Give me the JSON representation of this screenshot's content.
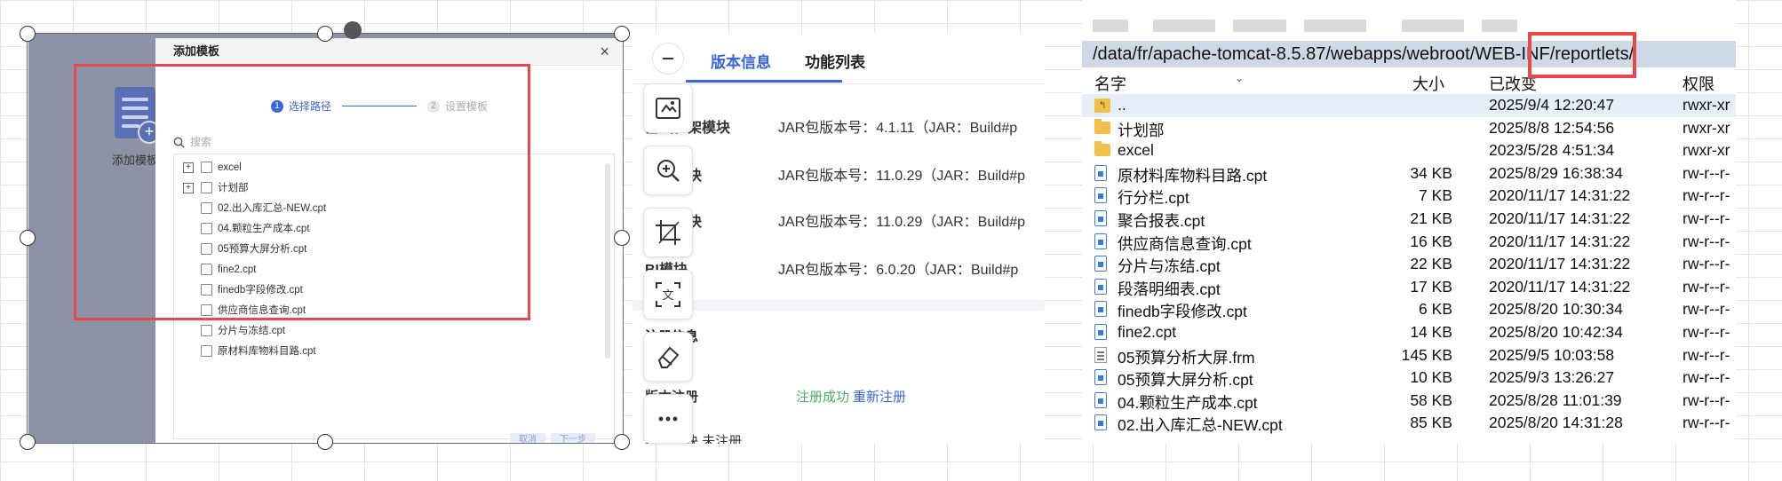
{
  "dialog": {
    "sidebar_label": "添加模板",
    "title": "添加模板",
    "close": "×",
    "steps": [
      {
        "num": "1",
        "label": "选择路径"
      },
      {
        "num": "2",
        "label": "设置模板"
      }
    ],
    "search_placeholder": "搜索",
    "tree": [
      {
        "label": "excel",
        "type": "folder"
      },
      {
        "label": "计划部",
        "type": "folder"
      },
      {
        "label": "02.出入库汇总-NEW.cpt",
        "type": "file"
      },
      {
        "label": "04.颗粒生产成本.cpt",
        "type": "file"
      },
      {
        "label": "05预算大屏分析.cpt",
        "type": "file"
      },
      {
        "label": "fine2.cpt",
        "type": "file"
      },
      {
        "label": "finedb字段修改.cpt",
        "type": "file"
      },
      {
        "label": "供应商信息查询.cpt",
        "type": "file"
      },
      {
        "label": "分片与冻结.cpt",
        "type": "file"
      },
      {
        "label": "原材料库物料目路.cpt",
        "type": "file"
      }
    ],
    "buttons": {
      "cancel": "取消",
      "next": "下一步"
    }
  },
  "version_panel": {
    "tabs": [
      "版本信息",
      "功能列表"
    ],
    "modules": [
      {
        "name": "基础框架模块",
        "version": "JAR包版本号：4.1.11（JAR：Build#p"
      },
      {
        "name": "报表模块",
        "version": "JAR包版本号：11.0.29（JAR：Build#p"
      },
      {
        "name": "平台模块",
        "version": "JAR包版本号：11.0.29（JAR：Build#p"
      },
      {
        "name": "BI模块",
        "version": "JAR包版本号：6.0.20（JAR：Build#p"
      }
    ],
    "registration_title": "注册信息",
    "registration_label": "版本注册",
    "registration_status": "注册成功",
    "registration_link": "重新注册",
    "partial_bottom": "功能模块 未注册"
  },
  "file_manager": {
    "path": "/data/fr/apache-tomcat-8.5.87/webapps/webroot/WEB-INF/reportlets/",
    "columns": {
      "name": "名字",
      "size": "大小",
      "modified": "已改变",
      "perm": "权限"
    },
    "rows": [
      {
        "name": "..",
        "size": "",
        "date": "2025/9/4 12:20:47",
        "perm": "rwxr-xr",
        "icon": "parent-folder"
      },
      {
        "name": "计划部",
        "size": "",
        "date": "2025/8/8 12:54:56",
        "perm": "rwxr-xr",
        "icon": "folder"
      },
      {
        "name": "excel",
        "size": "",
        "date": "2023/5/28 4:51:34",
        "perm": "rwxr-xr",
        "icon": "folder"
      },
      {
        "name": "原材料库物料目路.cpt",
        "size": "34 KB",
        "date": "2025/8/29 16:38:34",
        "perm": "rw-r--r-",
        "icon": "cpt"
      },
      {
        "name": "行分栏.cpt",
        "size": "7 KB",
        "date": "2020/11/17 14:31:22",
        "perm": "rw-r--r-",
        "icon": "cpt"
      },
      {
        "name": "聚合报表.cpt",
        "size": "21 KB",
        "date": "2020/11/17 14:31:22",
        "perm": "rw-r--r-",
        "icon": "cpt"
      },
      {
        "name": "供应商信息查询.cpt",
        "size": "16 KB",
        "date": "2020/11/17 14:31:22",
        "perm": "rw-r--r-",
        "icon": "cpt"
      },
      {
        "name": "分片与冻结.cpt",
        "size": "22 KB",
        "date": "2020/11/17 14:31:22",
        "perm": "rw-r--r-",
        "icon": "cpt"
      },
      {
        "name": "段落明细表.cpt",
        "size": "17 KB",
        "date": "2020/11/17 14:31:22",
        "perm": "rw-r--r-",
        "icon": "cpt"
      },
      {
        "name": "finedb字段修改.cpt",
        "size": "6 KB",
        "date": "2025/8/20 10:30:34",
        "perm": "rw-r--r-",
        "icon": "cpt"
      },
      {
        "name": "fine2.cpt",
        "size": "14 KB",
        "date": "2025/8/20 10:42:34",
        "perm": "rw-r--r-",
        "icon": "cpt"
      },
      {
        "name": "05预算分析大屏.frm",
        "size": "145 KB",
        "date": "2025/9/5 10:03:58",
        "perm": "rw-r--r-",
        "icon": "frm"
      },
      {
        "name": "05预算大屏分析.cpt",
        "size": "10 KB",
        "date": "2025/9/3 13:26:27",
        "perm": "rw-r--r-",
        "icon": "cpt"
      },
      {
        "name": "04.颗粒生产成本.cpt",
        "size": "58 KB",
        "date": "2025/8/28 11:01:39",
        "perm": "rw-r--r-",
        "icon": "cpt"
      },
      {
        "name": "02.出入库汇总-NEW.cpt",
        "size": "85 KB",
        "date": "2025/8/20 14:31:28",
        "perm": "rw-r--r-",
        "icon": "cpt"
      }
    ]
  },
  "colors": {
    "accent": "#3b65db",
    "highlight": "#e8474c",
    "success": "#4cae63"
  }
}
